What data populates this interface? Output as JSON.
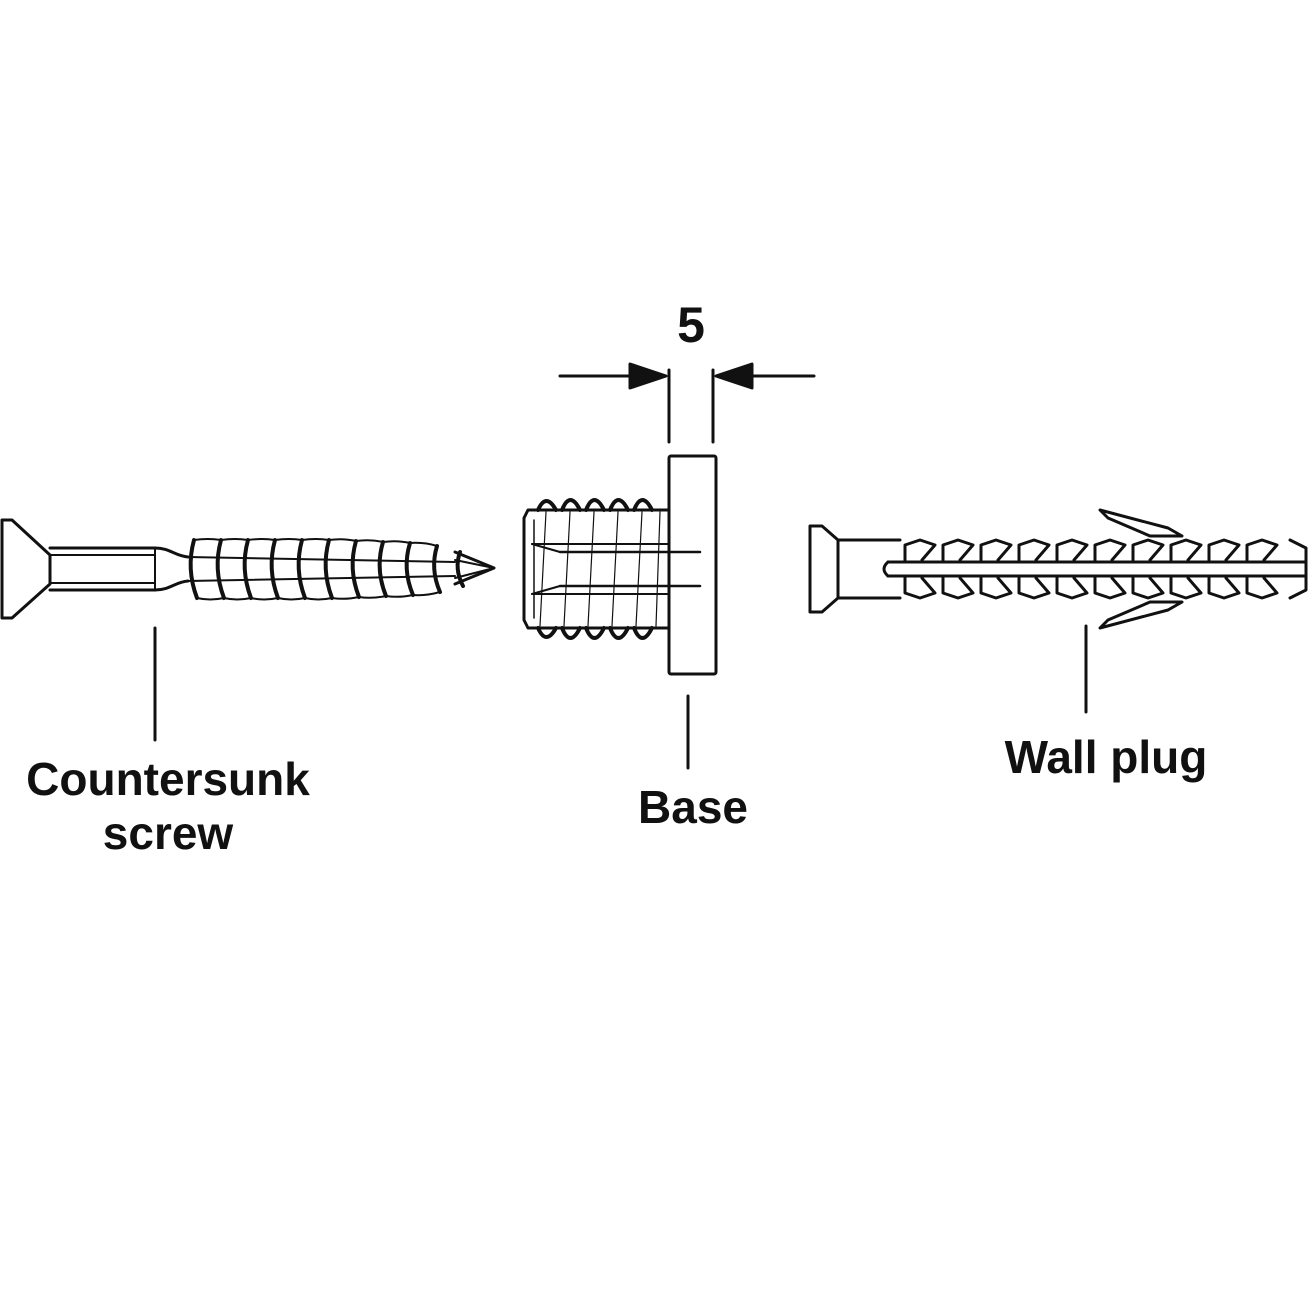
{
  "dimension": {
    "value": "5"
  },
  "labels": {
    "screw_line1": "Countersunk",
    "screw_line2": "screw",
    "base": "Base",
    "wall_plug": "Wall plug"
  },
  "colors": {
    "ink": "#111111",
    "background": "#ffffff"
  }
}
